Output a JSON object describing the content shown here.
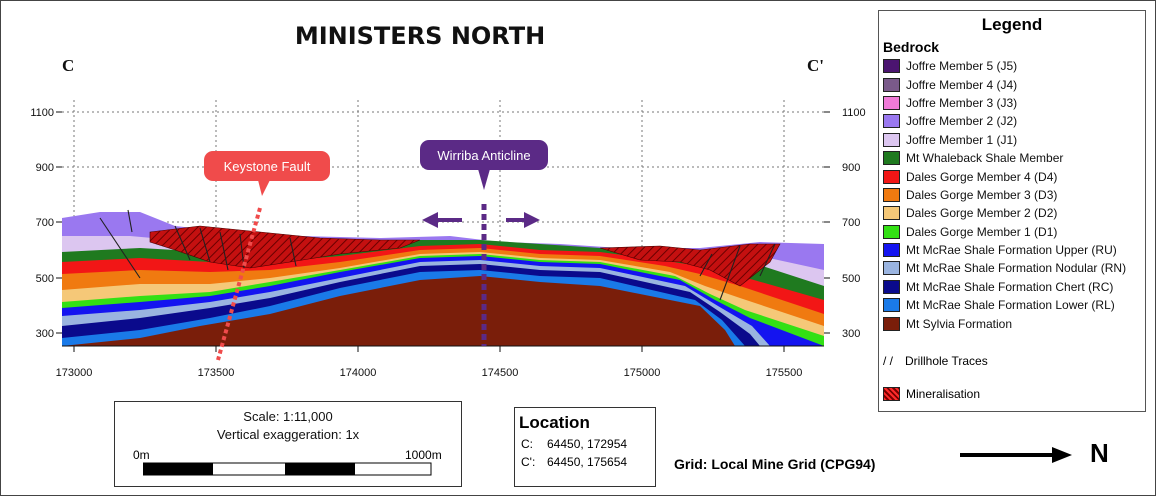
{
  "title": "MINISTERS NORTH",
  "section_ends": {
    "left": "C",
    "right": "C'"
  },
  "axes": {
    "x_ticks": [
      "173000",
      "173500",
      "174000",
      "174500",
      "175000",
      "175500"
    ],
    "y_ticks": [
      "1100",
      "900",
      "700",
      "500",
      "300"
    ]
  },
  "annotations": {
    "fault": "Keystone Fault",
    "anticline": "Wirriba Anticline"
  },
  "colors": {
    "fault": "#f04b4b",
    "anticline": "#5b2a86"
  },
  "legend": {
    "title": "Legend",
    "group": "Bedrock",
    "items": [
      {
        "label": "Joffre Member 5 (J5)",
        "color": "#4b1470"
      },
      {
        "label": "Joffre Member 4 (J4)",
        "color": "#7a5a8a"
      },
      {
        "label": "Joffre Member 3 (J3)",
        "color": "#f07ad8"
      },
      {
        "label": "Joffre Member 2 (J2)",
        "color": "#9a78f0"
      },
      {
        "label": "Joffre Member 1 (J1)",
        "color": "#dcc6f0"
      },
      {
        "label": "Mt Whaleback Shale Member",
        "color": "#1f7a1f"
      },
      {
        "label": "Dales Gorge Member 4 (D4)",
        "color": "#f21616"
      },
      {
        "label": "Dales Gorge Member 3 (D3)",
        "color": "#f07a10"
      },
      {
        "label": "Dales Gorge Member 2 (D2)",
        "color": "#f5c878"
      },
      {
        "label": "Dales Gorge Member 1 (D1)",
        "color": "#33e014"
      },
      {
        "label": "Mt McRae Shale Formation Upper (RU)",
        "color": "#1414f0"
      },
      {
        "label": "Mt McRae Shale Formation Nodular (RN)",
        "color": "#9ab4e0"
      },
      {
        "label": "Mt McRae Shale Formation Chert (RC)",
        "color": "#0a0a8c"
      },
      {
        "label": "Mt McRae Shale Formation Lower (RL)",
        "color": "#1a7ae8"
      },
      {
        "label": "Mt Sylvia Formation",
        "color": "#7a1e0a"
      }
    ],
    "drillhole_symbol": "/ /",
    "drillhole_label": "Drillhole Traces",
    "mineralisation_label": "Mineralisation"
  },
  "scale": {
    "scale_text": "Scale: 1:11,000",
    "exaggeration_text": "Vertical exaggeration: 1x",
    "left_label": "0m",
    "right_label": "1000m"
  },
  "location": {
    "title": "Location",
    "rows": [
      {
        "key": "C:",
        "value": "64450, 172954"
      },
      {
        "key": "C':",
        "value": "64450, 175654"
      }
    ]
  },
  "grid_text": "Grid: Local Mine Grid (CPG94)",
  "north_label": "N"
}
